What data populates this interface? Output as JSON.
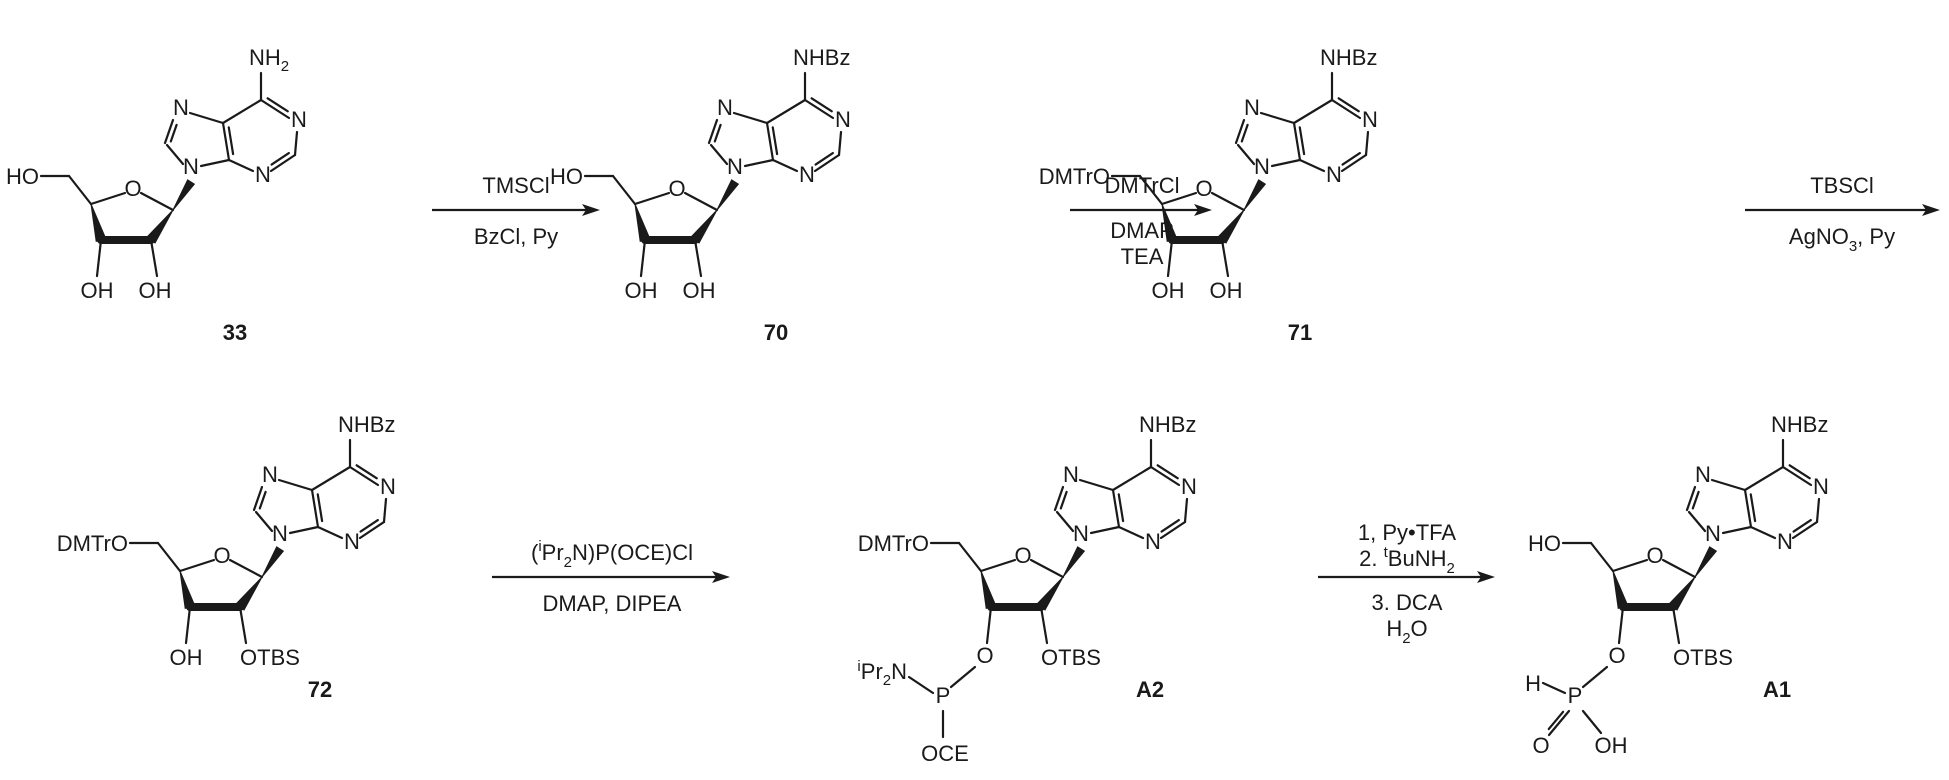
{
  "molecules": [
    {
      "id": "m33",
      "label": "33",
      "n6": "NH",
      "n6sub": "2",
      "n6tail": "",
      "c5": "HO",
      "c5sub": "",
      "c5tail": "",
      "sugar": "diol",
      "o2": "OH"
    },
    {
      "id": "m70",
      "label": "70",
      "n6": "NHBz",
      "n6sub": "",
      "n6tail": "",
      "c5": "HO",
      "c5sub": "",
      "c5tail": "",
      "sugar": "diol",
      "o2": "OH"
    },
    {
      "id": "m71",
      "label": "71",
      "n6": "NHBz",
      "n6sub": "",
      "n6tail": "",
      "c5": "DMTrO",
      "c5sub": "",
      "c5tail": "",
      "sugar": "diol",
      "o2": "OH"
    },
    {
      "id": "m72",
      "label": "72",
      "n6": "NHBz",
      "n6sub": "",
      "n6tail": "",
      "c5": "DMTrO",
      "c5sub": "",
      "c5tail": "",
      "sugar": "diol",
      "o2": "OTBS"
    },
    {
      "id": "mA2",
      "label": "A2",
      "n6": "NHBz",
      "n6sub": "",
      "n6tail": "",
      "c5": "DMTrO",
      "c5sub": "",
      "c5tail": "",
      "sugar": "phosphoramidite",
      "o2": "OTBS"
    },
    {
      "id": "mA1",
      "label": "A1",
      "n6": "NHBz",
      "n6sub": "",
      "n6tail": "",
      "c5": "HO",
      "c5sub": "",
      "c5tail": "",
      "sugar": "hphosphonate",
      "o2": "OTBS"
    }
  ],
  "atoms": {
    "n": "N",
    "o": "O",
    "oh": "OH",
    "o_link": "O",
    "p": "P",
    "h": "H",
    "oce": "OCE",
    "ipr2n_sup": "i",
    "ipr2n_main": "Pr",
    "ipr2n_sub": "2",
    "ipr2n_tail": "N"
  },
  "reactions": [
    {
      "id": "r1",
      "above": [
        "TMSCl"
      ],
      "below": [
        "BzCl, Py"
      ]
    },
    {
      "id": "r2",
      "above": [
        "DMTrCl"
      ],
      "below": [
        "DMAP",
        "TEA"
      ]
    },
    {
      "id": "r3",
      "above": [
        "TBSCl"
      ],
      "below_parts": {
        "main": "AgNO",
        "sub": "3",
        "tail": ", Py"
      }
    },
    {
      "id": "r4",
      "above_parts": {
        "pre": "(",
        "sup": "i",
        "main": "Pr",
        "sub": "2",
        "tail": "N)P(OCE)Cl"
      },
      "below": [
        "DMAP, DIPEA"
      ]
    },
    {
      "id": "r5",
      "above_lines": [
        {
          "text": "1, Py•TFA"
        },
        {
          "pre": "2. ",
          "sup": "t",
          "main": "BuNH",
          "sub": "2"
        }
      ],
      "below_lines": [
        {
          "text": "3. DCA"
        },
        {
          "main": "H",
          "sub": "2",
          "tail": "O"
        }
      ]
    }
  ]
}
